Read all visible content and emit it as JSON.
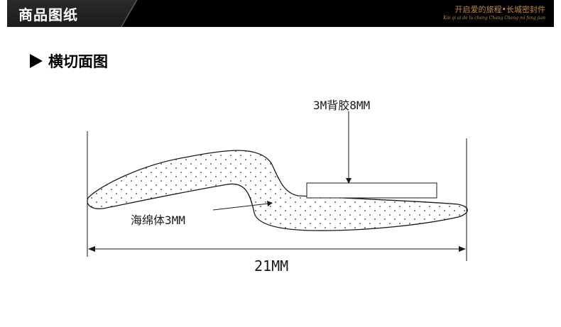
{
  "header": {
    "title": "商品图纸",
    "slogan_cn": "开启爱的旅程•长城密封件",
    "slogan_en": "Kai qi ai de lu cheng Chang Cheng mi feng jian"
  },
  "section": {
    "label": "横切面图"
  },
  "diagram": {
    "label_adhesive": "3M背胶8MM",
    "label_foam": "海绵体3MM",
    "label_width": "21MM",
    "colors": {
      "line": "#1a1a1a",
      "dots": "#333333"
    }
  }
}
